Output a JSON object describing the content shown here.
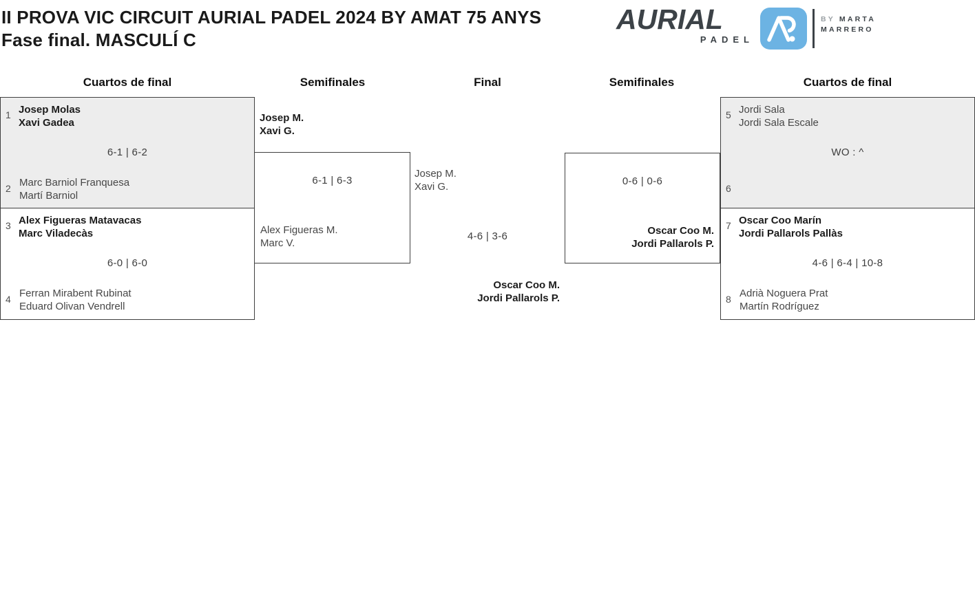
{
  "header": {
    "title_line1": "II PROVA VIC CIRCUIT AURIAL PADEL 2024 BY AMAT 75 ANYS",
    "title_line2": "Fase final. MASCULÍ C"
  },
  "logo": {
    "brand": "AURIAL",
    "brand_sub": "PADEL",
    "by_label": "BY",
    "by_name_first": "MARTA",
    "by_name_last": "MARRERO",
    "tile_icon": "aurial-a-glyph",
    "tile_color": "#6cb3e3",
    "ink_color": "#3c4247"
  },
  "rounds": [
    "Cuartos de final",
    "Semifinales",
    "Final",
    "Semifinales",
    "Cuartos de final"
  ],
  "qf_left_1": {
    "seed_top": "1",
    "team_top_player1": "Josep Molas",
    "team_top_player2": "Xavi Gadea",
    "score": "6-1 | 6-2",
    "seed_bottom": "2",
    "team_bottom_player1": "Marc Barniol Franquesa",
    "team_bottom_player2": "Martí Barniol"
  },
  "qf_left_2": {
    "seed_top": "3",
    "team_top_player1": "Alex Figueras Matavacas",
    "team_top_player2": "Marc Viladecàs",
    "score": "6-0 | 6-0",
    "seed_bottom": "4",
    "team_bottom_player1": "Ferran Mirabent Rubinat",
    "team_bottom_player2": "Eduard Olivan Vendrell"
  },
  "sf_left": {
    "advancing_player1": "Josep M.",
    "advancing_player2": "Xavi G.",
    "score": "6-1 | 6-3",
    "eliminated_player1": "Alex Figueras M.",
    "eliminated_player2": "Marc V."
  },
  "final": {
    "left_player1": "Josep M.",
    "left_player2": "Xavi G.",
    "score": "4-6 | 3-6",
    "winner_player1": "Oscar Coo M.",
    "winner_player2": "Jordi Pallarols P."
  },
  "sf_right": {
    "score": "0-6 | 0-6",
    "advancing_player1": "Oscar Coo M.",
    "advancing_player2": "Jordi Pallarols P."
  },
  "qf_right_1": {
    "seed_top": "5",
    "team_top_player1": "Jordi Sala",
    "team_top_player2": "Jordi Sala Escale",
    "score": "WO : ^",
    "seed_bottom": "6"
  },
  "qf_right_2": {
    "seed_top": "7",
    "team_top_player1": "Oscar Coo Marín",
    "team_top_player2": "Jordi Pallarols Pallàs",
    "score": "4-6 | 6-4 | 10-8",
    "seed_bottom": "8",
    "team_bottom_player1": "Adrià Noguera Prat",
    "team_bottom_player2": "Martín Rodríguez"
  },
  "colors": {
    "box_fill_gray": "#ededed",
    "box_border": "#3f3f3f",
    "accent_blue": "#6cb3e3"
  }
}
